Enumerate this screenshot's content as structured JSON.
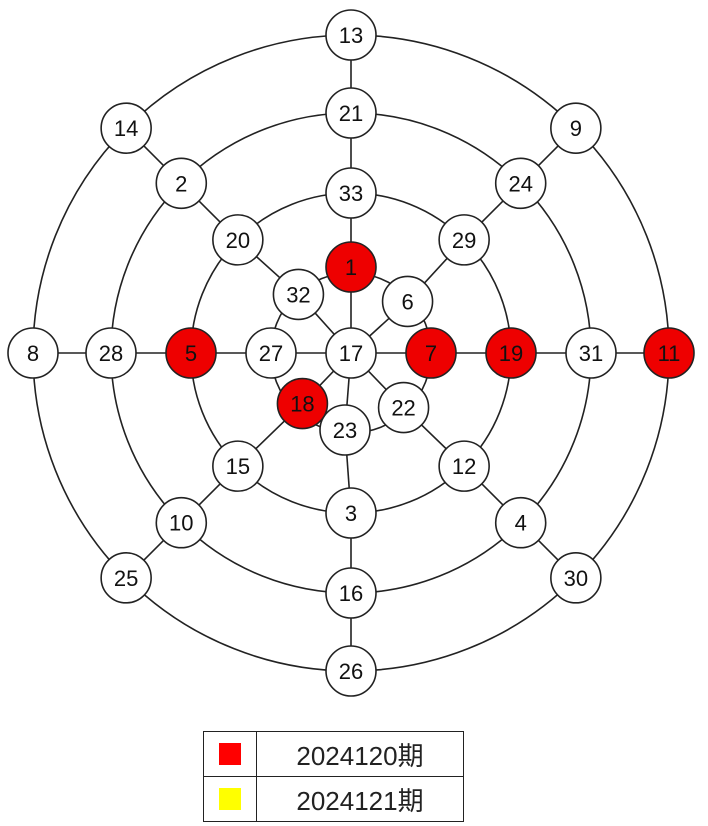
{
  "diagram": {
    "center": "17",
    "rings": [
      [
        "1",
        "6",
        "7",
        "22",
        "23",
        "18",
        "27",
        "32"
      ],
      [
        "33",
        "29",
        "19",
        "12",
        "3",
        "15",
        "5",
        "20"
      ],
      [
        "21",
        "24",
        "31",
        "4",
        "16",
        "10",
        "28",
        "2"
      ],
      [
        "13",
        "9",
        "11",
        "30",
        "26",
        "25",
        "8",
        "14"
      ]
    ],
    "highlighted_numbers": [
      "1",
      "5",
      "7",
      "18",
      "19",
      "11"
    ],
    "colors": {
      "highlight": "#ee0000",
      "default_fill": "#ffffff",
      "line": "#222222"
    }
  },
  "legend": [
    {
      "label": "2024120期",
      "color": "#ff0000"
    },
    {
      "label": "2024121期",
      "color": "#ffff00"
    }
  ]
}
